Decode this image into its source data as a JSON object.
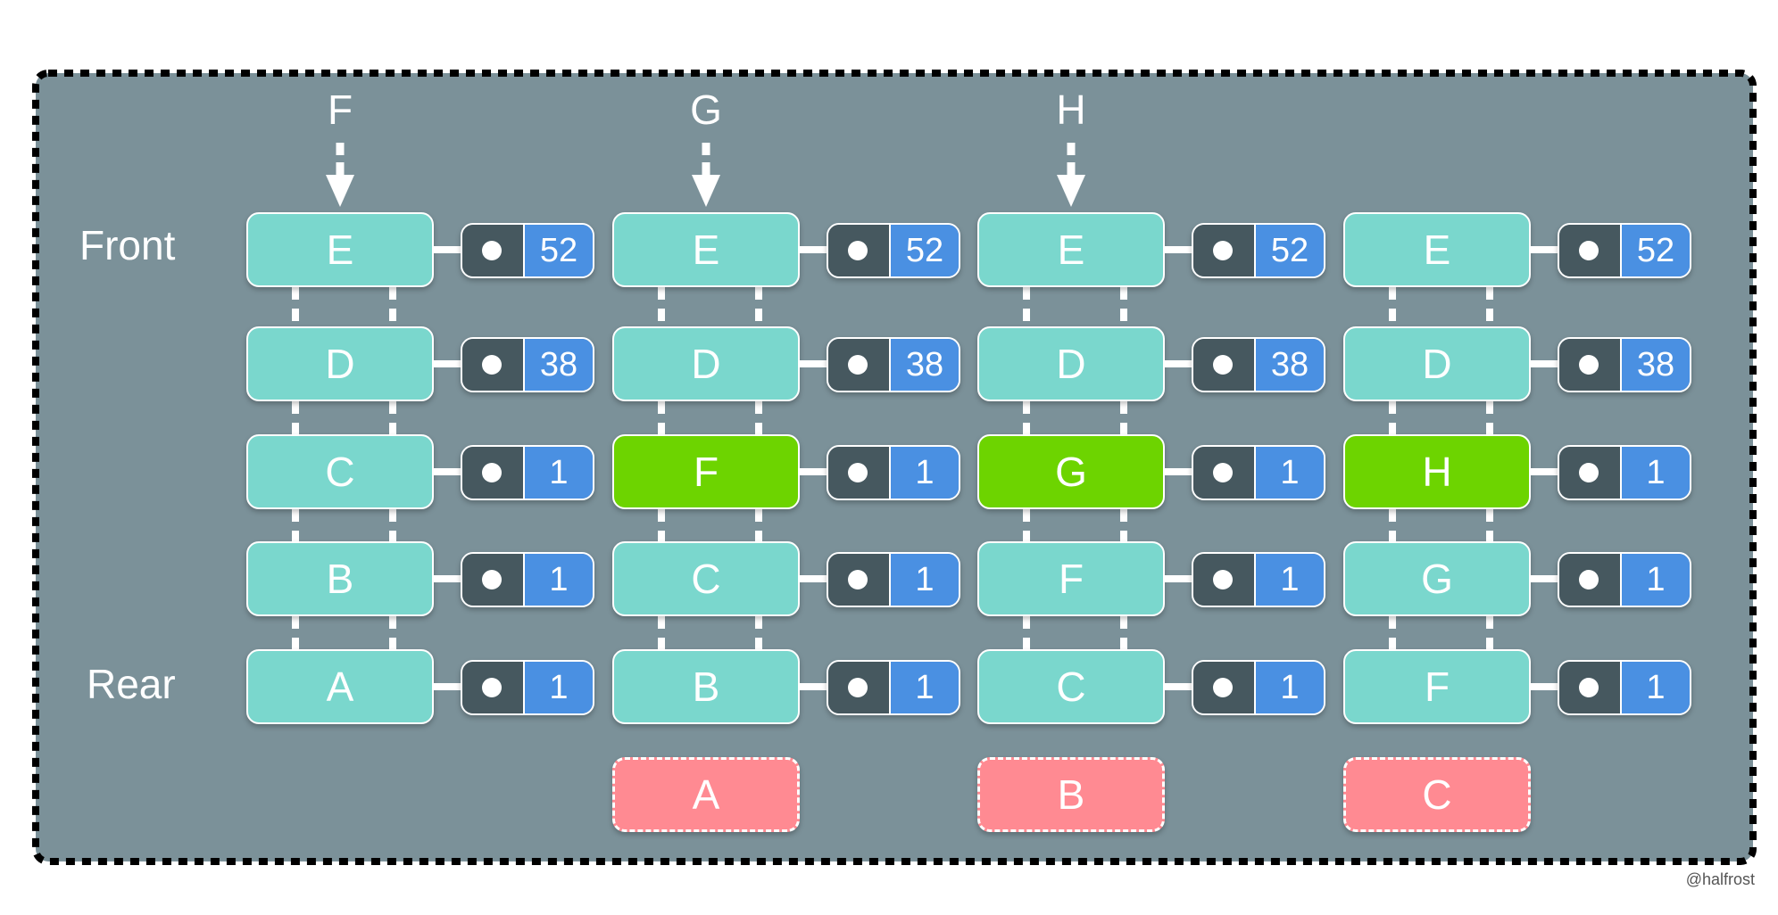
{
  "colors": {
    "background": "#7B9199",
    "node": "#7AD7CD",
    "new_node": "#6DD400",
    "removed_node": "#FF8A92",
    "pointer": "#46585F",
    "value": "#4A90E2",
    "border": "#000000"
  },
  "labels": {
    "front": "Front",
    "rear": "Rear"
  },
  "columns": [
    {
      "incoming": "F",
      "nodes": [
        {
          "label": "E",
          "value": "52"
        },
        {
          "label": "D",
          "value": "38"
        },
        {
          "label": "C",
          "value": "1"
        },
        {
          "label": "B",
          "value": "1"
        },
        {
          "label": "A",
          "value": "1"
        }
      ],
      "removed": null,
      "new_index": -1
    },
    {
      "incoming": "G",
      "nodes": [
        {
          "label": "E",
          "value": "52"
        },
        {
          "label": "D",
          "value": "38"
        },
        {
          "label": "F",
          "value": "1"
        },
        {
          "label": "C",
          "value": "1"
        },
        {
          "label": "B",
          "value": "1"
        }
      ],
      "removed": "A",
      "new_index": 2
    },
    {
      "incoming": "H",
      "nodes": [
        {
          "label": "E",
          "value": "52"
        },
        {
          "label": "D",
          "value": "38"
        },
        {
          "label": "G",
          "value": "1"
        },
        {
          "label": "F",
          "value": "1"
        },
        {
          "label": "C",
          "value": "1"
        }
      ],
      "removed": "B",
      "new_index": 2
    },
    {
      "incoming": null,
      "nodes": [
        {
          "label": "E",
          "value": "52"
        },
        {
          "label": "D",
          "value": "38"
        },
        {
          "label": "H",
          "value": "1"
        },
        {
          "label": "G",
          "value": "1"
        },
        {
          "label": "F",
          "value": "1"
        }
      ],
      "removed": "C",
      "new_index": 2
    }
  ],
  "credit": "@halfrost"
}
